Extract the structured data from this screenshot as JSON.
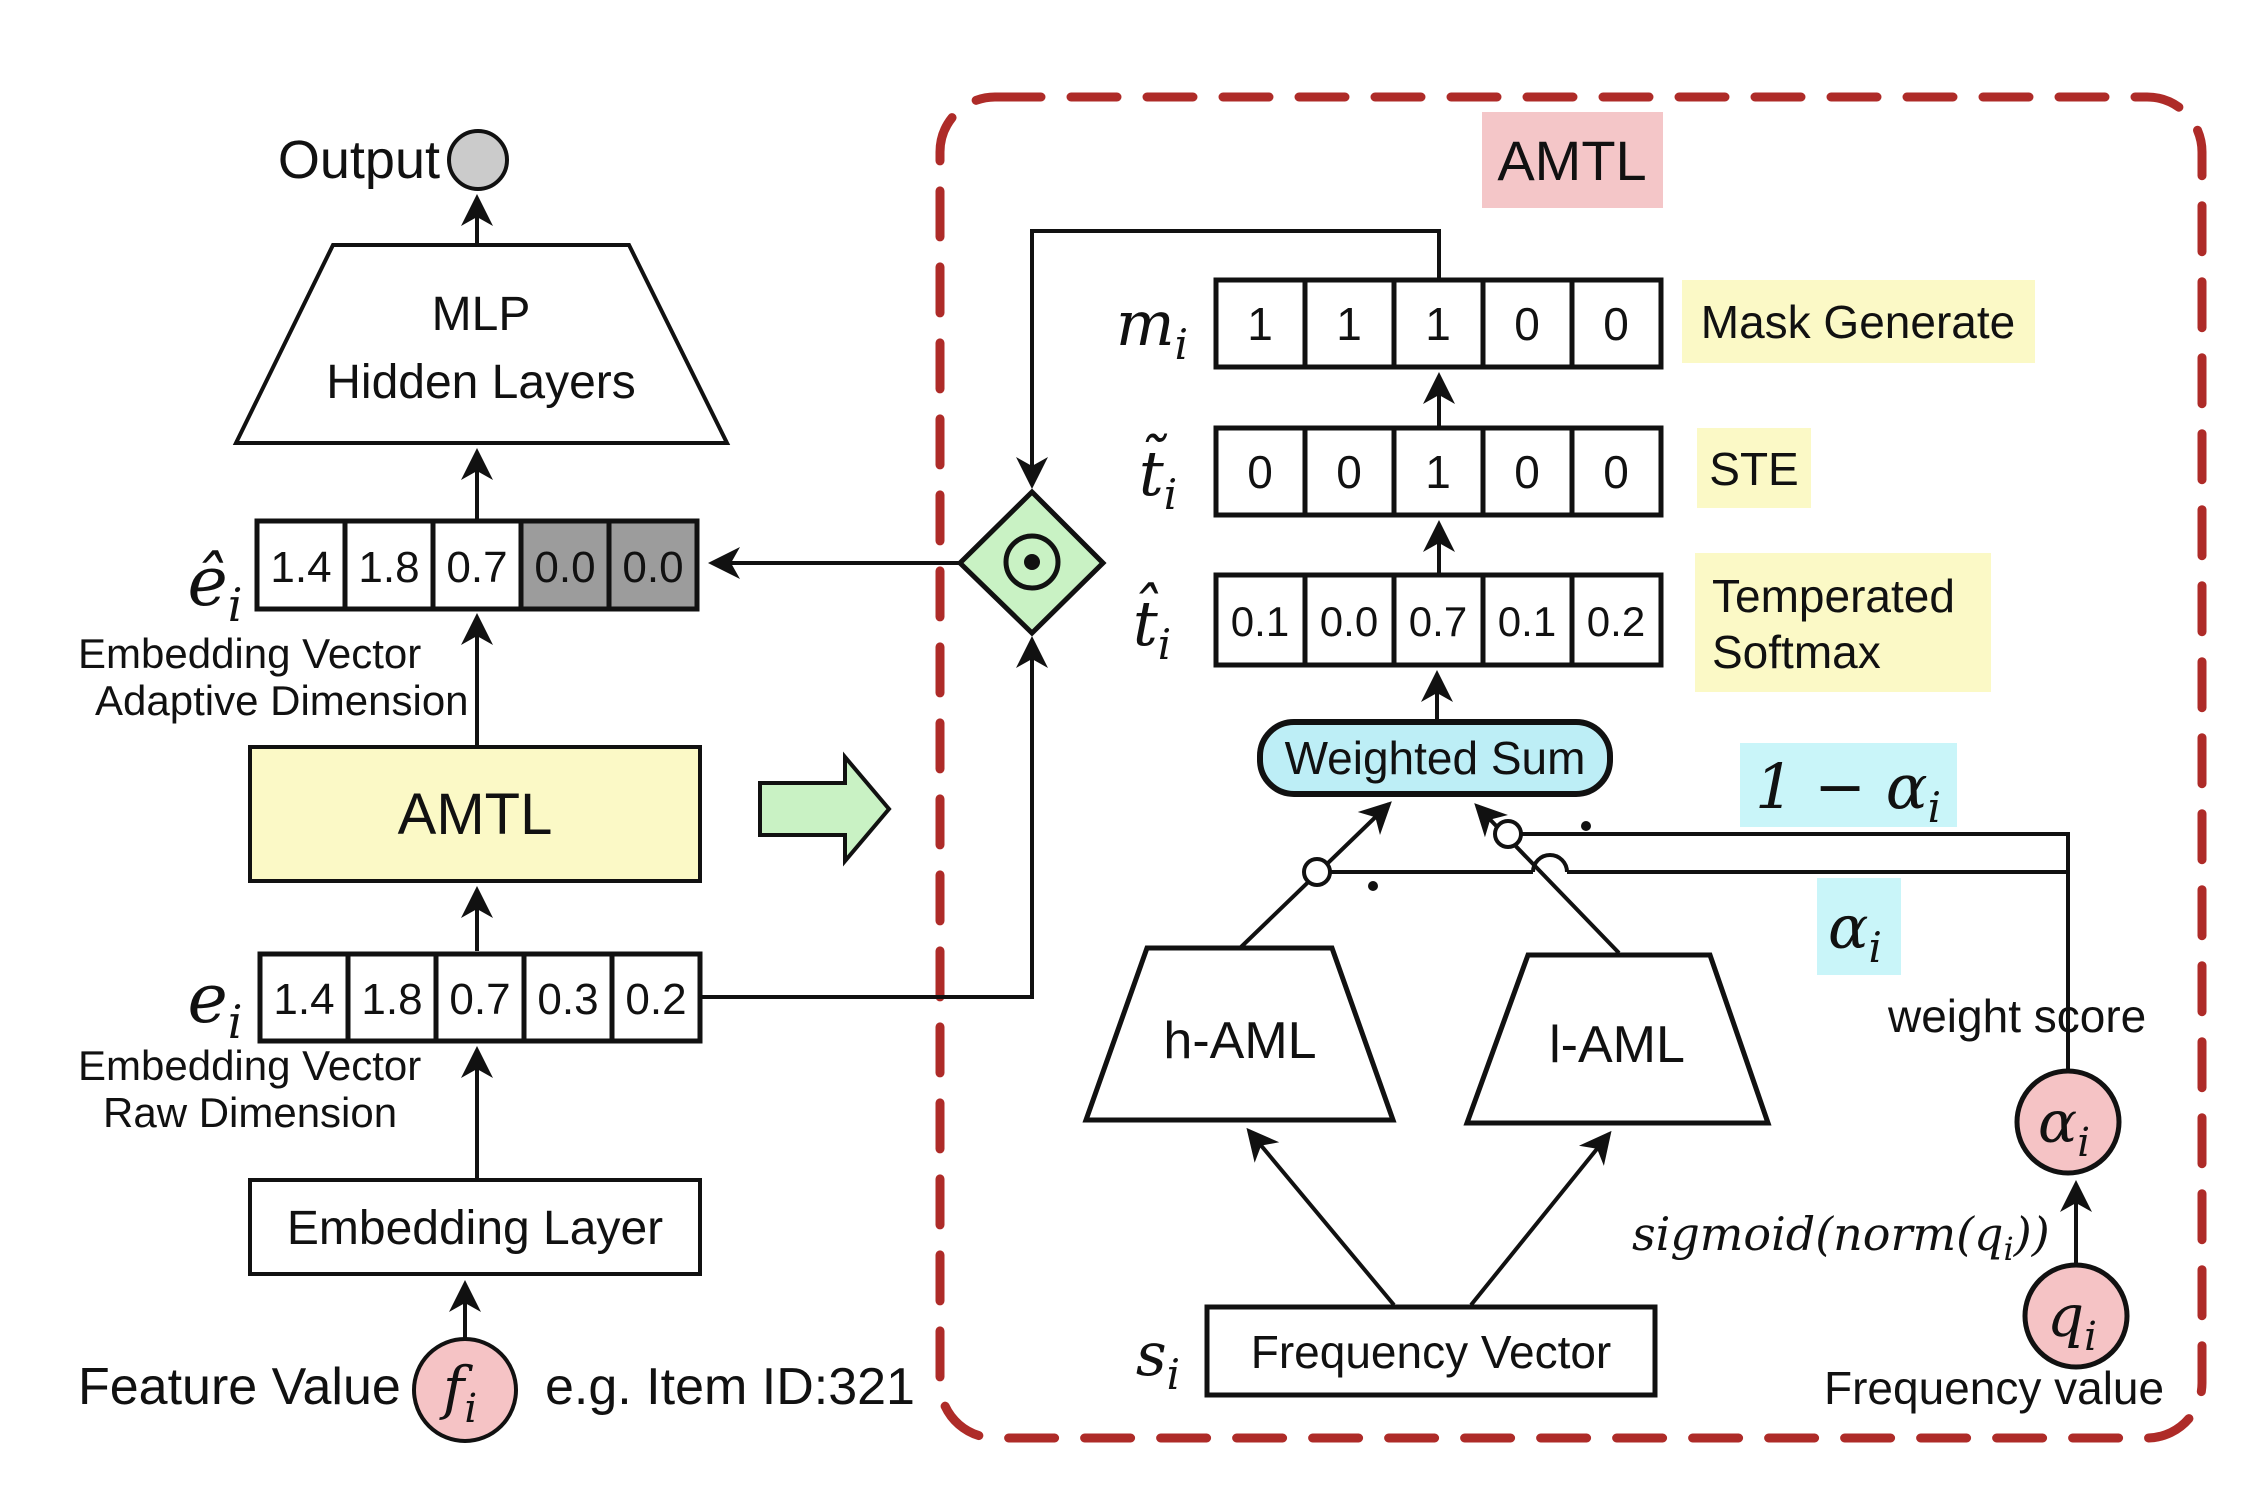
{
  "left": {
    "output_label": "Output",
    "mlp_line1": "MLP",
    "mlp_line2": "Hidden Layers",
    "e_hat": {
      "main": "ê",
      "sub": "i",
      "values": [
        "1.4",
        "1.8",
        "0.7",
        "0.0",
        "0.0"
      ]
    },
    "embedding_vector_caption_top": "Embedding Vector",
    "adaptive_dimension_caption": "Adaptive Dimension",
    "amtl_block_label": "AMTL",
    "e": {
      "main": "e",
      "sub": "i",
      "values": [
        "1.4",
        "1.8",
        "0.7",
        "0.3",
        "0.2"
      ]
    },
    "embedding_vector_caption_bottom": "Embedding Vector",
    "raw_dimension_caption": "Raw Dimension",
    "embedding_layer_label": "Embedding Layer",
    "feature_value_caption": "Feature Value",
    "f_node": {
      "main": "f",
      "sub": "i"
    },
    "example_caption": "e.g.  Item ID:321"
  },
  "right": {
    "amtl_title": "AMTL",
    "m": {
      "main": "m",
      "sub": "i",
      "values": [
        "1",
        "1",
        "1",
        "0",
        "0"
      ]
    },
    "mask_generate_label": "Mask Generate",
    "t_tilde": {
      "main": "t̃",
      "sub": "i",
      "values": [
        "0",
        "0",
        "1",
        "0",
        "0"
      ]
    },
    "ste_label": "STE",
    "t_hat": {
      "main": "t̂",
      "sub": "i",
      "values": [
        "0.1",
        "0.0",
        "0.7",
        "0.1",
        "0.2"
      ]
    },
    "temperated_line1": "Temperated",
    "temperated_line2": "Softmax",
    "weighted_sum_label": "Weighted Sum",
    "one_minus_alpha": {
      "pre": "1 − α",
      "sub": "i"
    },
    "alpha_weight": {
      "main": "α",
      "sub": "i"
    },
    "weight_score_caption": "weight score",
    "h_aml_label": "h-AML",
    "l_aml_label": "l-AML",
    "s_node": {
      "main": "s",
      "sub": "i"
    },
    "frequency_vector_label": "Frequency Vector",
    "alpha_node": {
      "main": "α",
      "sub": "i"
    },
    "sigmoid": {
      "pre": "sigmoid(norm(q",
      "sub": "i",
      "post": "))"
    },
    "q_node": {
      "main": "q",
      "sub": "i"
    },
    "frequency_value_caption": "Frequency value"
  },
  "colors": {
    "yellow_box": "#fbf9c6",
    "pink_title": "#f4c6c8",
    "pink_node": "#f5c3c5",
    "green_fill": "#c9f2c4",
    "cyan_pill": "#bdeef6",
    "cyan_label": "#c9f5f9",
    "dash_red": "#ae2b28",
    "caption_red": "#bf3642",
    "gray_cell": "#9c9c9c",
    "gray_node": "#cbcbcb",
    "line_black": "#111111"
  }
}
